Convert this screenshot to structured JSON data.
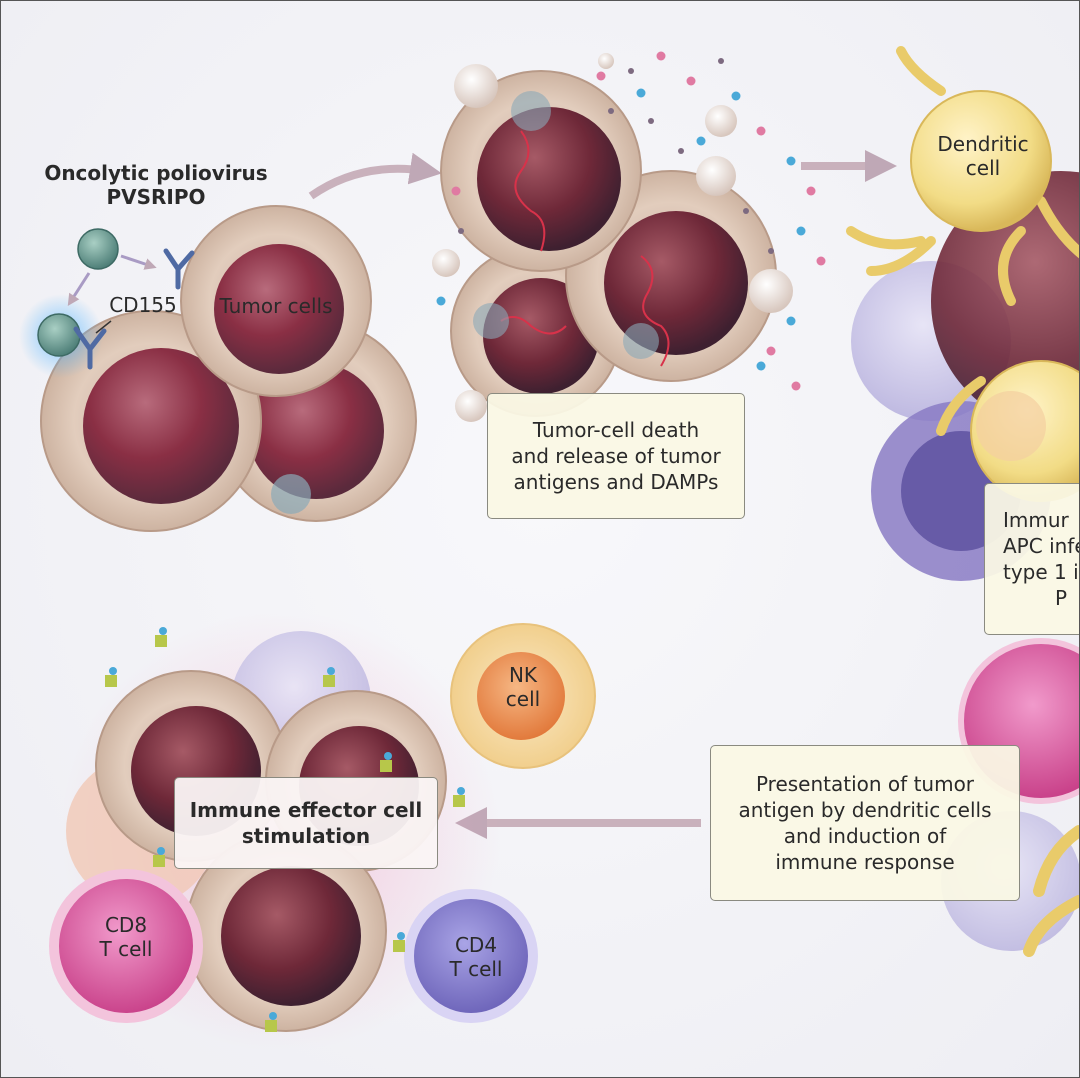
{
  "colors": {
    "background": "#eeeef3",
    "tumor_membrane": "#d9c2ae",
    "tumor_nucleus": "#8a2f44",
    "dendritic_cell": "#f2dc86",
    "nk_cell": "#e98a4b",
    "cd8_cell": "#d5529a",
    "cd4_cell": "#7d75c9",
    "arrow": "#bfa8b6",
    "virus": "#5c8f86",
    "label_box": "#faf8e4"
  },
  "icons": [
    "virus-icon",
    "receptor-icon",
    "arrow-icon",
    "tumor-cell-icon",
    "dendritic-cell-icon",
    "t-cell-icon"
  ],
  "labels": {
    "virus_line1": "Oncolytic poliovirus",
    "virus_line2": "PVSRIPO",
    "cd155": "CD155",
    "tumor_cells": "Tumor cells",
    "dendritic_line1": "Dendritic",
    "dendritic_line2": "cell",
    "nk_line1": "NK",
    "nk_line2": "cell",
    "cd8_line1": "CD8",
    "cd8_line2": "T cell",
    "cd4_line1": "CD4",
    "cd4_line2": "T cell"
  },
  "boxes": {
    "death": [
      "Tumor-cell death",
      "and release of tumor",
      "antigens and DAMPs"
    ],
    "immune_partial": [
      "Immur",
      "APC infe",
      "type 1 in",
      "P"
    ],
    "presentation": [
      "Presentation of tumor",
      "antigen by dendritic cells",
      "and induction of",
      "immune response"
    ],
    "stimulation": [
      "Immune effector cell",
      "stimulation"
    ]
  }
}
